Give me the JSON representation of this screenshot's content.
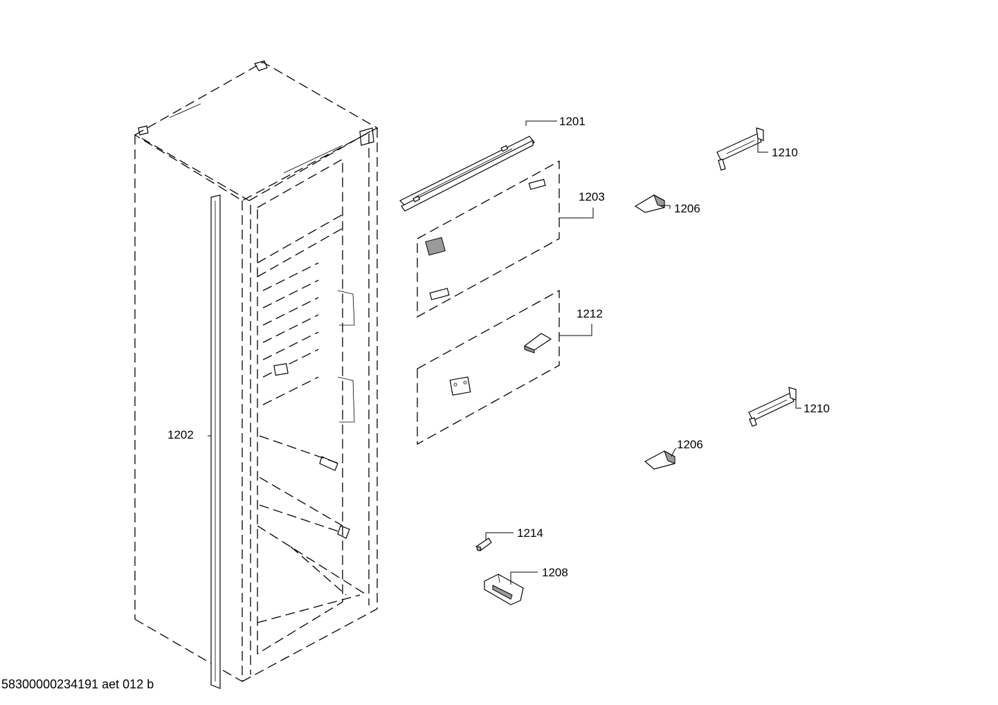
{
  "document_id": "58300000234191 aet 012 b",
  "callouts": {
    "c1201": "1201",
    "c1202": "1202",
    "c1203": "1203",
    "c1206_top": "1206",
    "c1206_bottom": "1206",
    "c1208": "1208",
    "c1210_top": "1210",
    "c1210_bottom": "1210",
    "c1212": "1212",
    "c1214": "1214"
  },
  "colors": {
    "line": "#000000",
    "background": "#ffffff",
    "part_shade": "#9a9a9a"
  }
}
